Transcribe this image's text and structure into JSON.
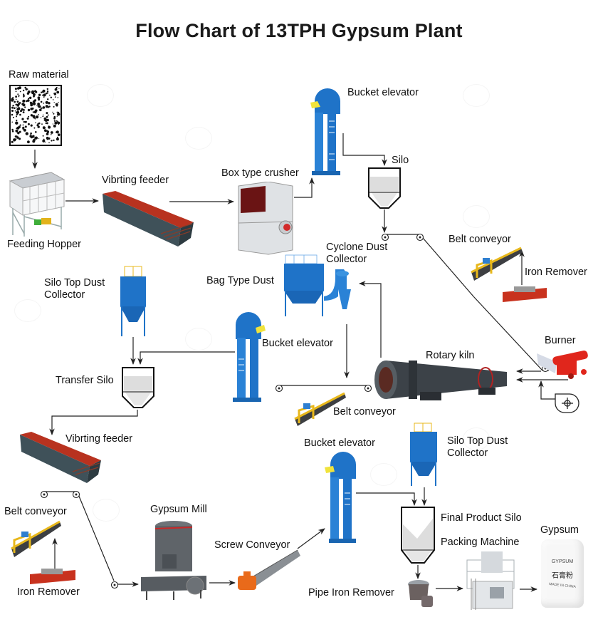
{
  "title": "Flow Chart of 13TPH Gypsum Plant",
  "labels": {
    "raw_material": "Raw material",
    "feeding_hopper": "Feeding Hopper",
    "vibrating_feeder_1": "Vibrting feeder",
    "box_crusher": "Box type crusher",
    "bucket_elevator_1": "Bucket elevator",
    "silo": "Silo",
    "belt_conveyor_1": "Belt conveyor",
    "iron_remover_1": "Iron Remover",
    "cyclone_dust_collector": "Cyclone Dust Collector",
    "bag_type_dust": "Bag Type Dust",
    "silo_top_dust_collector_1": "Silo Top Dust Collector",
    "bucket_elevator_2": "Bucket elevator",
    "transfer_silo": "Transfer Silo",
    "rotary_kiln": "Rotary kiln",
    "burner": "Burner",
    "belt_conveyor_2": "Belt conveyor",
    "vibrating_feeder_2": "Vibrting feeder",
    "bucket_elevator_3": "Bucket elevator",
    "silo_top_dust_collector_2": "Silo Top Dust Collector",
    "belt_conveyor_3": "Belt conveyor",
    "iron_remover_2": "Iron Remover",
    "gypsum_mill": "Gypsum Mill",
    "screw_conveyor": "Screw Conveyor",
    "final_product_silo": "Final Product Silo",
    "packing_machine": "Packing Machine",
    "pipe_iron_remover": "Pipe Iron Remover",
    "gypsum": "Gypsum"
  },
  "bag": {
    "line1": "GYPSUM",
    "line2": "石膏粉",
    "line3": "MADE IN CHINA"
  },
  "colors": {
    "equipment_blue": "#1f73c8",
    "feeder_red": "#b8321f",
    "conveyor_yellow": "#e8b81c",
    "burner_red": "#e0261c",
    "kiln_gray": "#3c4248",
    "mill_gray": "#5f6469",
    "line": "#222222"
  }
}
